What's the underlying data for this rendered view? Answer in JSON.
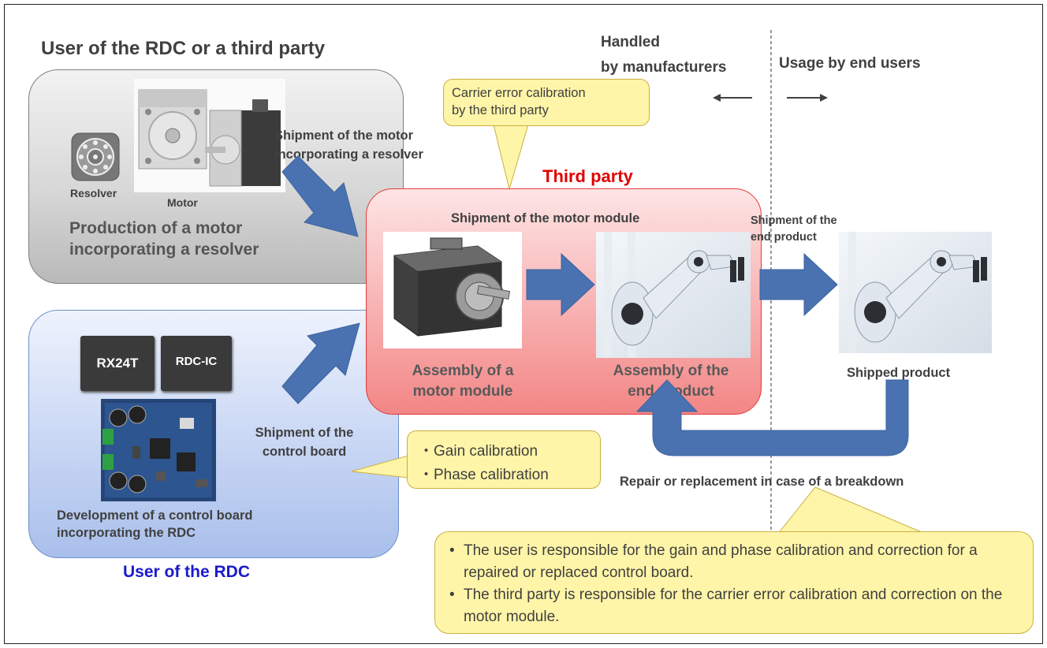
{
  "colors": {
    "third_party_red": "#e00000",
    "rdc_user_blue": "#1a1acc",
    "arrow_blue": "#4a72b0",
    "callout_yellow": "#fff5a8"
  },
  "headings": {
    "top_left": "User of the RDC or a third party",
    "third_party": "Third party",
    "rdc_user": "User of the RDC",
    "handled": "Handled\nby manufacturers",
    "usage": "Usage by end users"
  },
  "grey_group": {
    "resolver_label": "Resolver",
    "motor_label": "Motor",
    "caption": "Production of a motor\nincorporating a resolver"
  },
  "blue_group": {
    "chip1": "RX24T",
    "chip2": "RDC-IC",
    "caption": "Development of a control board\nincorporating the RDC"
  },
  "third_party_group": {
    "shipment_module": "Shipment of the motor module",
    "assembly_module": "Assembly of a\nmotor module",
    "assembly_end": "Assembly of the\nend product"
  },
  "flow_labels": {
    "shipment_motor": "Shipment of the motor\nincorporating a resolver",
    "shipment_board": "Shipment of the\ncontrol board",
    "shipment_end": "Shipment of the\nend product",
    "shipped_product": "Shipped product",
    "repair": "Repair or replacement in case of a breakdown"
  },
  "callouts": {
    "carrier": "Carrier error calibration\nby the third party",
    "gain": "・Gain calibration",
    "phase": "・Phase calibration",
    "bullets": [
      "The user is responsible for the gain and phase calibration and correction for a repaired or replaced control board.",
      "The third party is responsible for the carrier error calibration and correction on the motor module."
    ]
  },
  "icons": {
    "resolver": "resolver-icon",
    "motor": "motor-image",
    "motor_module": "motor-module-image",
    "robot_arm": "robot-arm-image",
    "control_board": "control-board-image"
  }
}
